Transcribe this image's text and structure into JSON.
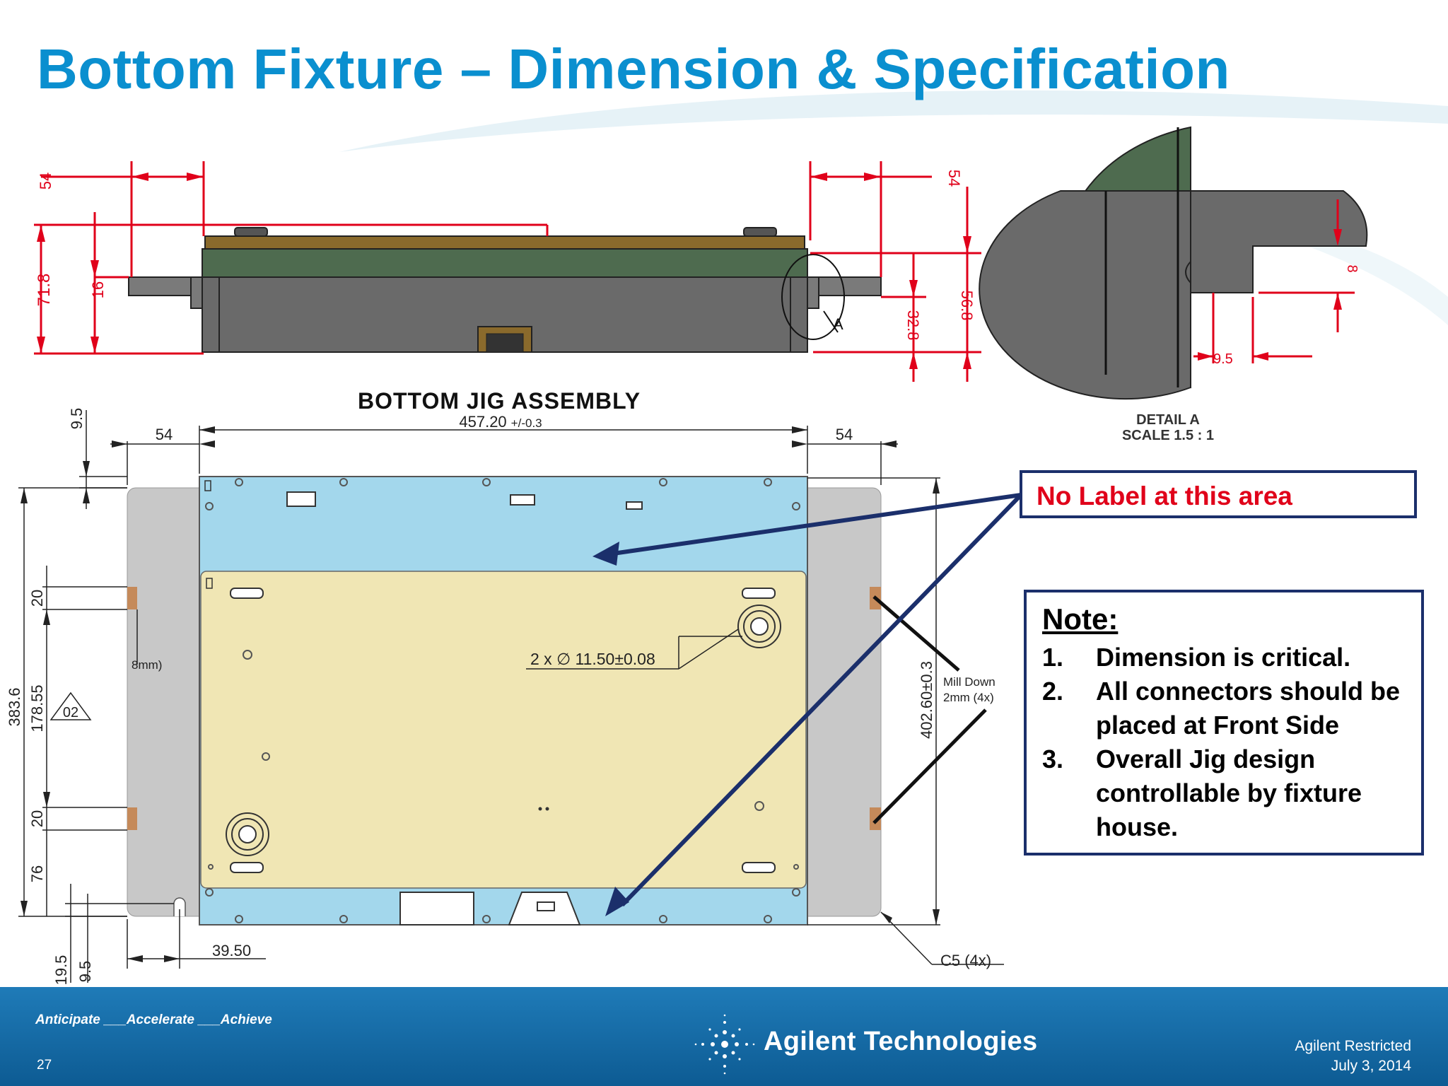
{
  "slide": {
    "title": "Bottom Fixture – Dimension & Specification",
    "page_number": "27"
  },
  "side_view": {
    "dimensions": [
      "54",
      "54",
      "71.8",
      "16",
      "32.8",
      "56.8"
    ],
    "detail_marker": "A"
  },
  "detail_a": {
    "dim_vertical": "8",
    "dim_horizontal": "9.5",
    "caption_line1": "DETAIL A",
    "caption_line2": "SCALE 1.5 : 1"
  },
  "plan_view": {
    "heading": "BOTTOM JIG ASSEMBLY",
    "overall_width": "457.20",
    "overall_width_tol": "+/-0.3",
    "left_offset": "54",
    "right_offset": "54",
    "top_offset": "9.5",
    "height_outer": "383.6",
    "slot_width_top": "20",
    "slot_pitch": "178.55",
    "slot_width_bottom": "20",
    "bottom_offset": "76",
    "rev_mark": "02",
    "note_8mm": "8mm)",
    "hole_spec": "2 x ∅ 11.50±0.08",
    "height_plate": "402.60±0.3",
    "mill_down_line1": "Mill Down",
    "mill_down_line2": "2mm (4x)",
    "dim_39_5": "39.50",
    "dim_19_5": "19.5",
    "dim_9_5_bottom": "9.5",
    "chamfer": "C5 (4x)"
  },
  "callout": {
    "text": "No Label at this area"
  },
  "note": {
    "title": "Note:",
    "items": [
      {
        "num": "1.",
        "text": "Dimension is critical."
      },
      {
        "num": "2.",
        "text": "All connectors should be placed at Front Side"
      },
      {
        "num": "3.",
        "text": "Overall Jig design controllable by fixture house."
      }
    ]
  },
  "footer": {
    "tagline": "Anticipate ___Accelerate ___Achieve",
    "company": "Agilent Technologies",
    "classification": "Agilent Restricted",
    "date": "July 3, 2014"
  },
  "colors": {
    "title_blue": "#0a8fcf",
    "dim_red": "#e0001a",
    "callout_navy": "#1b2f6b",
    "plate_blue": "#a3d7ec",
    "plate_yellow": "#f0e6b4",
    "rail_gray": "#c8c8c8",
    "body_dark_gray": "#6a6a6a",
    "pcb_green": "#4e6b4f"
  }
}
